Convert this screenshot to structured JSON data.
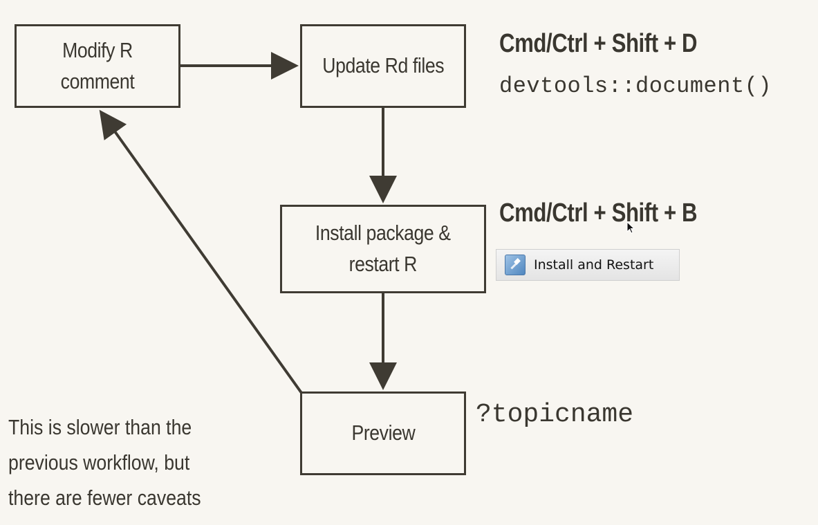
{
  "boxes": {
    "modify": [
      "Modify R",
      "comment"
    ],
    "update": [
      "Update Rd files"
    ],
    "install": [
      "Install package &",
      "restart R"
    ],
    "preview": [
      "Preview"
    ]
  },
  "shortcuts": {
    "document_keys": "Cmd/Ctrl + Shift + D",
    "document_code": "devtools::document()",
    "build_keys": "Cmd/Ctrl + Shift + B",
    "build_button_label": "Install and Restart",
    "preview_code": "?topicname"
  },
  "note": [
    "This is slower than the",
    "previous workflow, but",
    "there are fewer caveats"
  ],
  "icons": {
    "build_button": "hammer-icon",
    "pointer": "cursor-icon"
  },
  "colors": {
    "background": "#f8f6f1",
    "ink": "#3f3b33"
  }
}
